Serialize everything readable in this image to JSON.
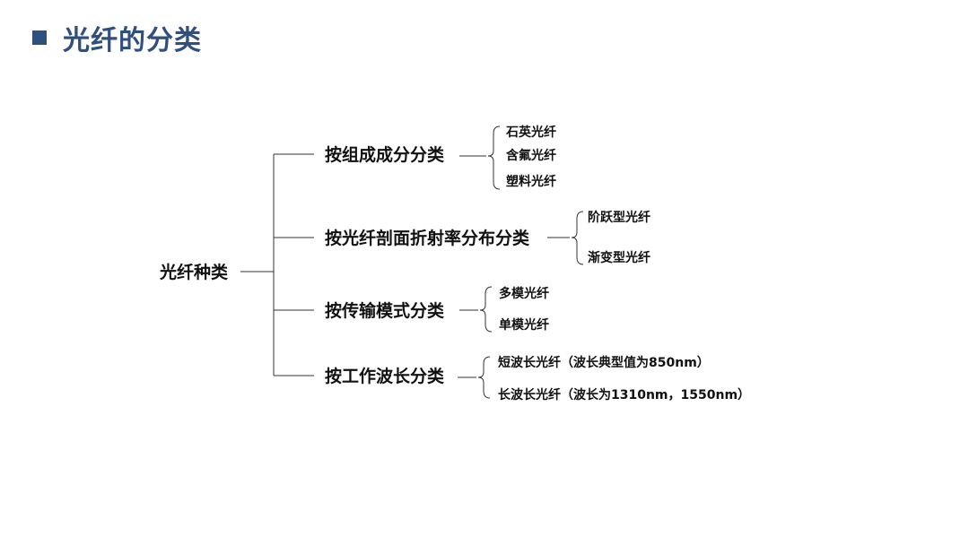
{
  "page": {
    "title": "光纤的分类",
    "accent_color": "#2f4f7f"
  },
  "tree": {
    "root": "光纤种类",
    "categories": [
      {
        "label": "按组成成分分类",
        "children": [
          "石英光纤",
          "含氟光纤",
          "塑料光纤"
        ]
      },
      {
        "label": "按光纤剖面折射率分布分类",
        "children": [
          "阶跃型光纤",
          "渐变型光纤"
        ]
      },
      {
        "label": "按传输模式分类",
        "children": [
          "多模光纤",
          "单模光纤"
        ]
      },
      {
        "label": "按工作波长分类",
        "children": [
          "短波长光纤（波长典型值为850nm）",
          "长波长光纤（波长为1310nm，1550nm）"
        ]
      }
    ]
  }
}
